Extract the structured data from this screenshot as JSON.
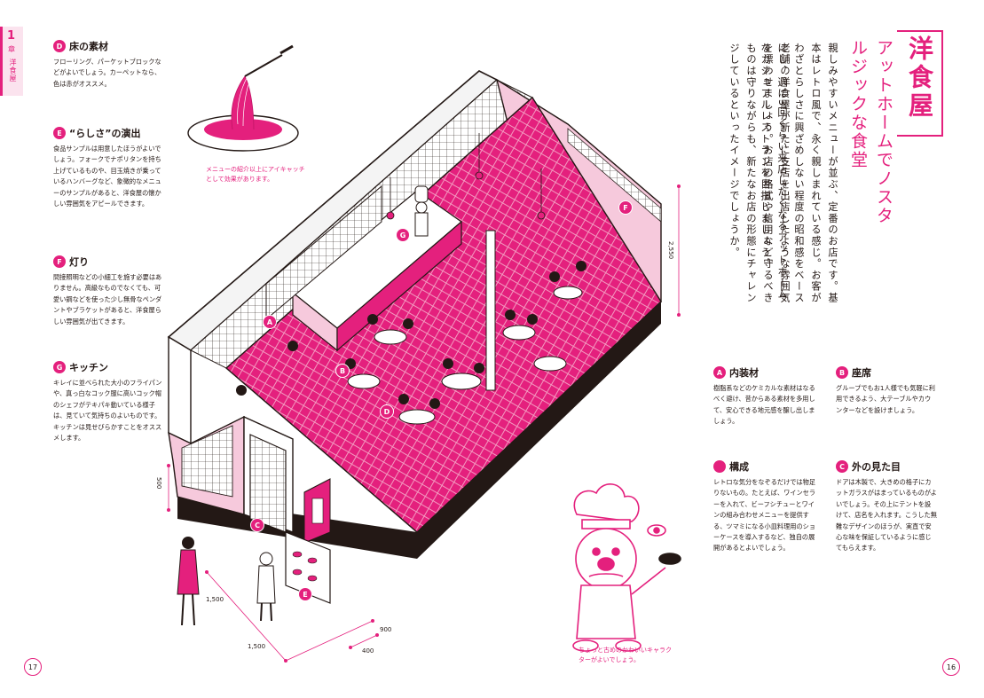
{
  "chapter": {
    "number": "1",
    "unit": "章",
    "name": "洋食屋"
  },
  "title": "洋食屋",
  "subtitle": "アットホームでノスタルジックな食堂",
  "intro": {
    "para1": "親しみやすいメニューが並ぶ、定番のお店です。基本はレトロ風で、永く親しまれている感じ。お客がわざとらしさに興ざめしない程度の昭和感をベースにし、週に3回くらい来店したくなるアットホームなカジュアルレストランを目指しましょう。",
    "para2": "老舗の洋食屋が新たに支店を出店したような雰囲気を漂わせましょう。お店の格式や信用など守るべきものは守りながらも、新たなお店の形態にチャレンジしているといったイメージでしょうか。"
  },
  "left_sections": [
    {
      "badge": "D",
      "title": "床の素材",
      "body": "フローリング、パーケットブロックなどがよいでしょう。カーペットなら、色は赤がオススメ。"
    },
    {
      "badge": "E",
      "title": "“らしさ”の演出",
      "body": "食品サンプルは用意したほうがよいでしょう。フォークでナポリタンを持ち上げているものや、目玉焼きが乗っているハンバーグなど、象徴的なメニューのサンプルがあると、洋食屋の懐かしい雰囲気をアピールできます。"
    },
    {
      "badge": "F",
      "title": "灯り",
      "body": "間接照明などの小細工を施す必要はありません。高級なものでなくても、可愛い鋼などを使った少し無骨なペンダントやブラケットがあると、洋食屋らしい雰囲気が出てきます。"
    },
    {
      "badge": "G",
      "title": "キッチン",
      "body": "キレイに並べられた大小のフライパンや、真っ白なコック服に高いコック帽のシェフがテキパキ動いている様子は、見ていて気持ちのよいものです。キッチンは見せびらかすことをオススメします。"
    }
  ],
  "right_sections": [
    {
      "badge": "A",
      "title": "内装材",
      "body": "樹脂系などのケミカルな素材はなるべく避け、昔からある素材を多用して、安心できる地元感を醸し出しましょう。"
    },
    {
      "badge": "B",
      "title": "座席",
      "body": "グループでもお1人様でも気軽に利用できるよう、大テーブルやカウンターなどを設けましょう。"
    },
    {
      "badge": "",
      "title": "構成",
      "body": "レトロな気分をなぞるだけでは物足りないもの。たとえば、ワインセラーを入れて、ビーフシチューとワインの組み合わせメニューを提供する、ツマミになる小皿料理用のショーケースを導入するなど、独自の展開があるとよいでしょう。"
    },
    {
      "badge": "C",
      "title": "外の見た目",
      "body": "ドアは木製で、大きめの格子にカットガラスがはまっているものがよいでしょう。その上にテントを設けて、店名を入れます。こうした無難なデザインのほうが、実直で安心な味を保証しているように感じてもらえます。"
    }
  ],
  "captions": {
    "pasta": "メニューの紹介以上にアイキャッチとして効果があります。",
    "chef": "ちょっと古めのかわいいキャラクターがよいでしょう。"
  },
  "markers": [
    "A",
    "B",
    "C",
    "D",
    "E",
    "F",
    "G"
  ],
  "dimensions": {
    "d500": "500",
    "d1500a": "1,500",
    "d1500b": "1,500",
    "d900": "900",
    "d400": "400",
    "d2550": "2,550"
  },
  "page_numbers": {
    "left": "17",
    "right": "16"
  },
  "colors": {
    "accent": "#e4207d",
    "pale": "#f6c9dc"
  }
}
